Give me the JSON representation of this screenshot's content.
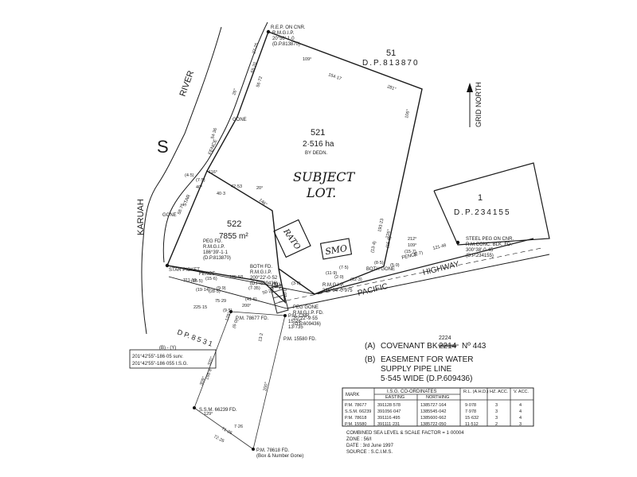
{
  "lots": {
    "lot51": {
      "number": "51",
      "dp": "D.P.813870"
    },
    "lot521": {
      "number": "521",
      "area": "2·516 ha",
      "note": "BY DEDN."
    },
    "lot522": {
      "number": "522",
      "area": "7855 m²"
    },
    "lot1": {
      "number": "1",
      "dp": "D.P.234155"
    },
    "dp531": "D  P.  8  5  3  1"
  },
  "handwriting": {
    "line1": "SUBJECT",
    "line2": "LOT.",
    "box1": "RATO",
    "box2": "SMO"
  },
  "river": {
    "name": "KARUAH",
    "river_label": "RIVER"
  },
  "road": {
    "pacific": "PACIFIC",
    "highway": "HIGHWAY"
  },
  "grid_north": "GRID NORTH",
  "survey_labels": {
    "rep_top": "R.E.P. ON CNR.",
    "rep_top2": "R.M.G.I.P.",
    "rep_top3": "20°56'-1·0",
    "rep_top4": "(D.P.813870)",
    "steel_peg": "STEEL PEG ON CNR.",
    "steel_peg2": "R.M.CONC. BLK. FD.",
    "steel_peg3": "300°38'-0·45",
    "steel_peg4": "(D.P.234155)",
    "peg_fd": "PEG FD.",
    "peg_fd2": "R.M.G.I.P.",
    "peg_fd3": "186°39'-1·1",
    "peg_fd4": "(D.P.813870)",
    "both_fd": "BOTH FD.",
    "both_fd2": "R.M.G.I.P.",
    "both_fd3": "200°22'-0·52",
    "both_fd4": "(D.P.609436)",
    "peg_gone": "PEG GONE",
    "peg_gone2": "R.M.G.I.P. FD.",
    "peg_gone3": "20°22'-9·55",
    "peg_gone4": "(D.P.609436)",
    "rmgip": "R.M.G.I.P.",
    "rmgip2": "326°04'-0·975",
    "pm_cnr": "P.M. CNR.",
    "pm_cnr2": "15°28'",
    "pm_cnr3": "13·735",
    "pm_15580": "P.M. 15580 FD.",
    "pm_78677": "P.M. 78677 FD.",
    "pm_78618": "P.M. 78618 FD.",
    "pm_78618_2": "(Box & Number Gone)",
    "ssm": "S.S.M. 66239 FD.",
    "gone": "GONE",
    "gone2": "GONE",
    "both_gone": "BOTH GONE",
    "fence": "FENCE",
    "fence2": "FENCE",
    "fence3": "FENCE",
    "star_picket": "STAR PICKET",
    "star_picket2": "STAR",
    "b_label": "(B)"
  },
  "dims": [
    "109°",
    "154·17",
    "281°",
    "56·72",
    "26°",
    "65·20",
    "54·36",
    "27·75",
    "(4·5)",
    "(7·5)",
    "116°",
    "42·53",
    "20°",
    "40°",
    "40·3",
    "58·75",
    "146°",
    "(2·0)",
    "(13·4)",
    "(15·6)",
    "(7·5)",
    "(12·3)",
    "(11·9)",
    "193·23",
    "106°",
    "226°",
    "(15·7)",
    "109°",
    "(5·0)",
    "212°",
    "121·48",
    "(7·7)",
    "(8·5)",
    "(15·6)",
    "(9·9)",
    "(41·6)",
    "50·28",
    "10·0",
    "(3·0)",
    "105·58",
    "(7·35)",
    "311·19",
    "(19·14)",
    "(28·5)",
    "200°",
    "75·29",
    "(9·5)",
    "129°",
    "(6·0)",
    "309°",
    "198·8",
    "320°",
    "13·2",
    "200°",
    "225·15",
    "71·26",
    "72·26",
    "129°",
    "7·26",
    "(15·5)"
  ],
  "bearing_box": {
    "heading": "(B) - (Y)",
    "line1": "201°42'55\"-186·05 surv.",
    "line2": "201°42'55\"-186·055 I.S.G."
  },
  "legend": {
    "a_label": "(A)",
    "a_text": "COVENANT  BK",
    "a_num_struck": "2214",
    "a_num": "2224",
    "a_no": "Nº 443",
    "b_label": "(B)",
    "b_line1": "EASEMENT FOR WATER",
    "b_line2": "SUPPLY PIPE LINE",
    "b_line3": "5·545 WIDE (D.P.609436)"
  },
  "coord_table": {
    "headers": [
      "MARK",
      "I.S.G. CO-ORDINATES",
      "R.L. (A.H.D.)",
      "HZ. ACC.",
      "V. ACC."
    ],
    "subheaders": [
      "EASTING",
      "NORTHING"
    ],
    "rows": [
      [
        "P.M. 78677",
        "391128·578",
        "1385727·164",
        "9·078",
        "3",
        "4"
      ],
      [
        "S.S.M. 66239",
        "391056·047",
        "1385545·042",
        "7·978",
        "3",
        "4"
      ],
      [
        "P.M. 78618",
        "391116·495",
        "1385600·662",
        "15·632",
        "3",
        "4"
      ],
      [
        "P.M. 15580",
        "391111·231",
        "1385722·050",
        "11·512",
        "2",
        "3"
      ]
    ]
  },
  "notes": {
    "sf": "COMBINED SEA LEVEL & SCALE FACTOR = 1·00004",
    "zone": "ZONE : 56/I",
    "date": "DATE : 3rd June 1997",
    "source": "SOURCE : S.C.I.M.S."
  }
}
